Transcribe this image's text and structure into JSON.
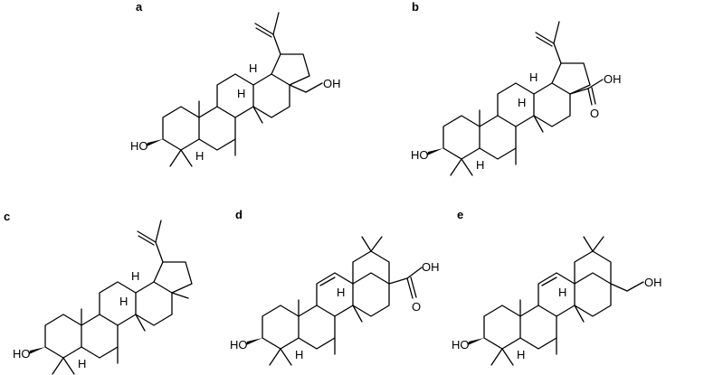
{
  "figure": {
    "panels": [
      {
        "id": "a",
        "label": "a",
        "hydroxyl_left": "HO",
        "hydroxyl_right": "OH",
        "h_labels": [
          "H",
          "H",
          "H"
        ]
      },
      {
        "id": "b",
        "label": "b",
        "hydroxyl_left": "HO",
        "acid_label": "O",
        "acid_oh": "OH",
        "h_labels": [
          "H",
          "H",
          "H"
        ]
      },
      {
        "id": "c",
        "label": "c",
        "hydroxyl_left": "HO",
        "h_labels": [
          "H",
          "H",
          "H"
        ]
      },
      {
        "id": "d",
        "label": "d",
        "hydroxyl_left": "HO",
        "acid_label": "O",
        "acid_oh": "OH",
        "h_labels": [
          "H",
          "H"
        ]
      },
      {
        "id": "e",
        "label": "e",
        "hydroxyl_left": "HO",
        "hydroxyl_right": "OH",
        "h_labels": [
          "H",
          "H"
        ]
      }
    ]
  }
}
